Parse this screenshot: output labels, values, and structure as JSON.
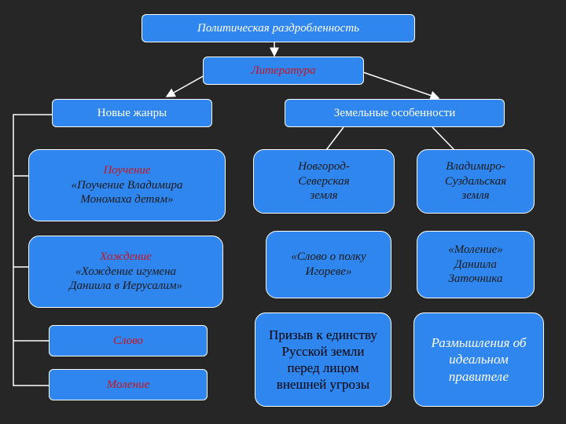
{
  "top": "Политическая раздробленность",
  "literature": "Литература",
  "genres_header": "Новые жанры",
  "lands_header": "Земельные особенности",
  "genres": [
    {
      "title": "Поучение",
      "text": "«Поучение Владимира\nМономаха детям»"
    },
    {
      "title": "Хождение",
      "text": "«Хождение игумена\nДаниила в Иерусалим»"
    },
    {
      "title": "Слово",
      "text": ""
    },
    {
      "title": "Моление",
      "text": ""
    }
  ],
  "lands": [
    {
      "name": "Новгород-\nСеверская\nземля",
      "work": "«Слово о полку\nИгореве»",
      "idea": "Призыв к единству\nРусской земли\nперед лицом\nвнешней угрозы"
    },
    {
      "name": "Владимиро-\nСуздальская\nземля",
      "work": "«Моление»\nДаниила\nЗаточника",
      "idea": "Размышления об\nидеальном\nправителе"
    }
  ]
}
